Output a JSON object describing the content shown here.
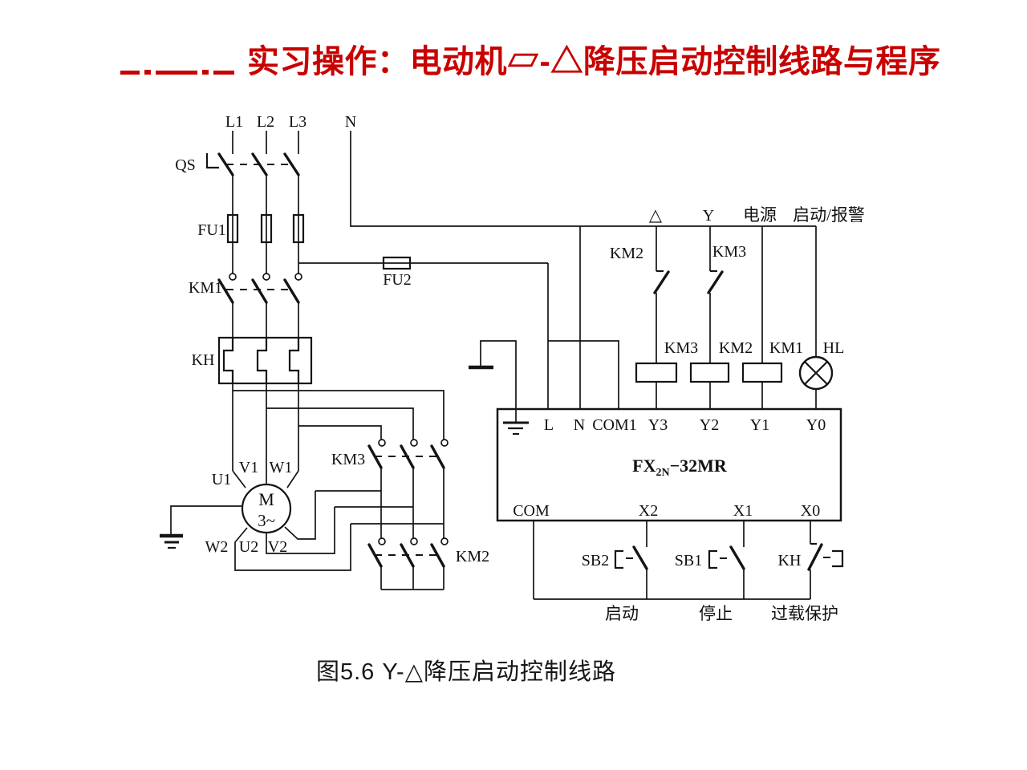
{
  "title": {
    "text": "实习操作：电动机▱-△降压启动控制线路与程序",
    "color": "#c80000"
  },
  "caption": {
    "text": "图5.6  Y-△降压启动控制线路"
  },
  "power": {
    "l1": "L1",
    "l2": "L2",
    "l3": "L3",
    "n": "N"
  },
  "components": {
    "qs": "QS",
    "fu1": "FU1",
    "fu2": "FU2",
    "km1": "KM1",
    "kh": "KH",
    "km3_contacts": "KM3",
    "km2_contacts": "KM2"
  },
  "motor": {
    "symbol": "M",
    "phases": "3~",
    "u1": "U1",
    "v1": "V1",
    "w1": "W1",
    "w2": "W2",
    "u2": "U2",
    "v2": "V2"
  },
  "control": {
    "delta": "△",
    "star": "Y",
    "power_cn": "电源",
    "start_alarm": "启动/报警",
    "nc_km2": "KM2",
    "nc_km3": "KM3",
    "coil_km3": "KM3",
    "coil_km2": "KM2",
    "coil_km1": "KM1",
    "lamp": "HL"
  },
  "plc": {
    "model_main": "FX",
    "model_sub": "2N",
    "model_rest": "−32MR",
    "t_l": "L",
    "t_n": "N",
    "t_com1": "COM1",
    "t_y3": "Y3",
    "t_y2": "Y2",
    "t_y1": "Y1",
    "t_y0": "Y0",
    "t_com": "COM",
    "t_x2": "X2",
    "t_x1": "X1",
    "t_x0": "X0"
  },
  "inputs": {
    "sb2": "SB2",
    "sb1": "SB1",
    "kh": "KH",
    "fn_start": "启动",
    "fn_stop": "停止",
    "fn_overload": "过载保护"
  }
}
